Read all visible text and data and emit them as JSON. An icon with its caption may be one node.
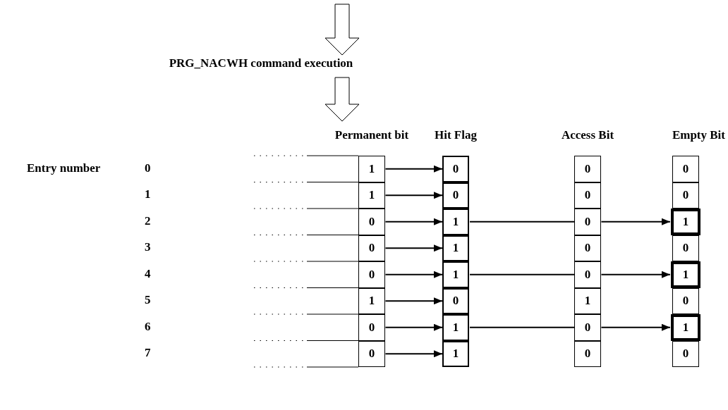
{
  "diagram": {
    "nodes": [
      {
        "text": [
          "PRG_NACWH command execution"
        ]
      },
      {
        "text": [
          "1"
        ]
      },
      {
        "text": [
          "0"
        ]
      },
      {
        "text": [
          "0"
        ]
      },
      {
        "text": [
          "0"
        ]
      },
      {
        "text": [
          "1"
        ]
      },
      {
        "text": [
          "0"
        ]
      },
      {
        "text": [
          "0"
        ]
      },
      {
        "text": [
          "0"
        ]
      },
      {
        "text": [
          "0"
        ]
      },
      {
        "text": [
          "1"
        ]
      },
      {
        "text": [
          "0"
        ]
      },
      {
        "text": [
          "1"
        ]
      },
      {
        "text": [
          "0"
        ]
      },
      {
        "text": [
          "1"
        ]
      },
      {
        "text": [
          "0"
        ]
      },
      {
        "text": [
          "0"
        ]
      },
      {
        "text": [
          "0"
        ]
      },
      {
        "text": [
          "1"
        ]
      },
      {
        "text": [
          "0"
        ]
      },
      {
        "text": [
          "1"
        ]
      },
      {
        "text": [
          "1"
        ]
      },
      {
        "text": [
          "0"
        ]
      },
      {
        "text": [
          "1"
        ]
      },
      {
        "text": [
          "0"
        ]
      },
      {
        "text": [
          "0"
        ]
      },
      {
        "text": [
          "1"
        ]
      },
      {
        "text": [
          "0"
        ]
      },
      {
        "text": [
          "1"
        ]
      },
      {
        "text": [
          "0"
        ]
      },
      {
        "text": [
          "1"
        ]
      },
      {
        "text": [
          "0"
        ]
      },
      {
        "text": [
          "0"
        ]
      }
    ],
    "edges": [
      {
        "from": null,
        "to": 0,
        "arrow": "to"
      },
      {
        "from": 0,
        "to": null,
        "arrow": "to"
      },
      {
        "from": 1,
        "to": 2,
        "arrow": "to"
      },
      {
        "from": 5,
        "to": 6,
        "arrow": "to"
      },
      {
        "from": 9,
        "to": 10,
        "arrow": "to"
      },
      {
        "from": 10,
        "to": 11,
        "arrow": "none"
      },
      {
        "from": 11,
        "to": 12,
        "arrow": "to"
      },
      {
        "from": 13,
        "to": 14,
        "arrow": "to"
      },
      {
        "from": 17,
        "to": 18,
        "arrow": "to"
      },
      {
        "from": 18,
        "to": 19,
        "arrow": "none"
      },
      {
        "from": 19,
        "to": 20,
        "arrow": "to"
      },
      {
        "from": 21,
        "to": 22,
        "arrow": "to"
      },
      {
        "from": 25,
        "to": 26,
        "arrow": "to"
      },
      {
        "from": 26,
        "to": 27,
        "arrow": "none"
      },
      {
        "from": 27,
        "to": 28,
        "arrow": "to"
      },
      {
        "from": 29,
        "to": 30,
        "arrow": "to"
      }
    ],
    "labels": [
      "Permanent bit",
      "Hit Flag",
      "Access Bit",
      "Empty Bit",
      "Entry number",
      "0",
      "1",
      "2",
      "3",
      "4",
      "5",
      "6",
      "7"
    ]
  }
}
